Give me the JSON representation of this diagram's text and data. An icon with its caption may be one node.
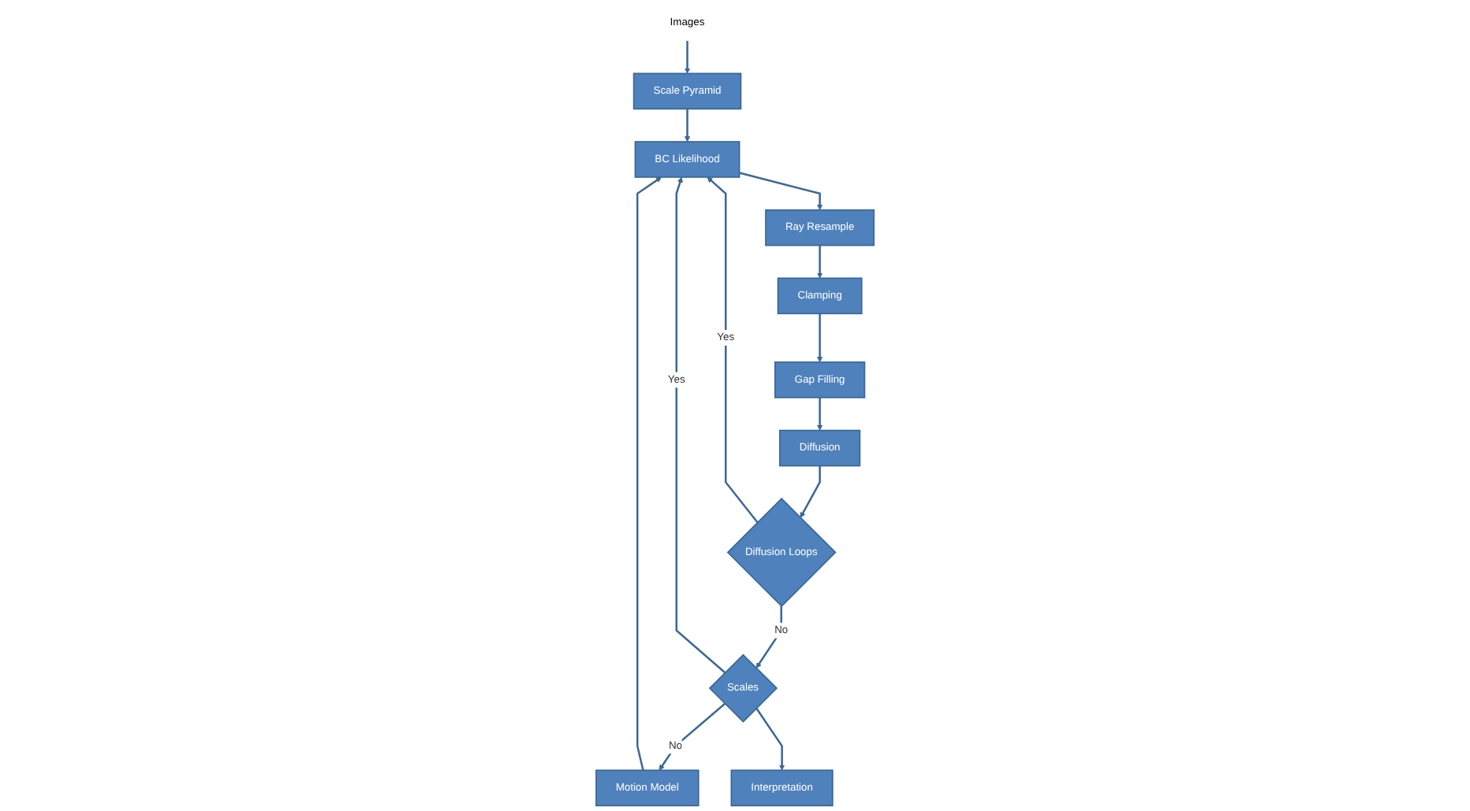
{
  "diagram": {
    "nodes": [
      {
        "text": [
          "Images"
        ]
      },
      {
        "text": [
          "Motion Model"
        ]
      },
      {
        "text": [
          "Scale Pyramid"
        ]
      },
      {
        "text": [
          "BC Likelihood"
        ]
      },
      {
        "text": [
          "Ray Resample"
        ]
      },
      {
        "text": [
          "Clamping"
        ]
      },
      {
        "text": [
          "Scales"
        ]
      },
      {
        "text": [
          "Diffusion Loops"
        ]
      },
      {
        "text": [
          "Diffusion"
        ]
      },
      {
        "text": [
          "Gap Filling"
        ]
      },
      {
        "text": [
          "Interpretation"
        ]
      }
    ],
    "edges": [
      {
        "from": 0,
        "to": 2,
        "arrow": "to"
      },
      {
        "from": 1,
        "to": 3,
        "arrow": "to"
      },
      {
        "from": 2,
        "to": 3,
        "arrow": "to"
      },
      {
        "from": 3,
        "to": 4,
        "arrow": "to"
      },
      {
        "from": 4,
        "to": 5,
        "arrow": "to"
      },
      {
        "from": 5,
        "to": 9,
        "arrow": "to"
      },
      {
        "from": 9,
        "to": 8,
        "arrow": "to"
      },
      {
        "from": 8,
        "to": 7,
        "arrow": "to"
      },
      {
        "from": 7,
        "to": 3,
        "label": "Yes",
        "arrow": "to"
      },
      {
        "from": 7,
        "to": 6,
        "label": "No",
        "arrow": "to"
      },
      {
        "from": 6,
        "to": 3,
        "label": "Yes",
        "arrow": "to"
      },
      {
        "from": 6,
        "to": 1,
        "label": "No",
        "arrow": "to"
      },
      {
        "from": 6,
        "to": 10,
        "arrow": "to"
      }
    ]
  }
}
